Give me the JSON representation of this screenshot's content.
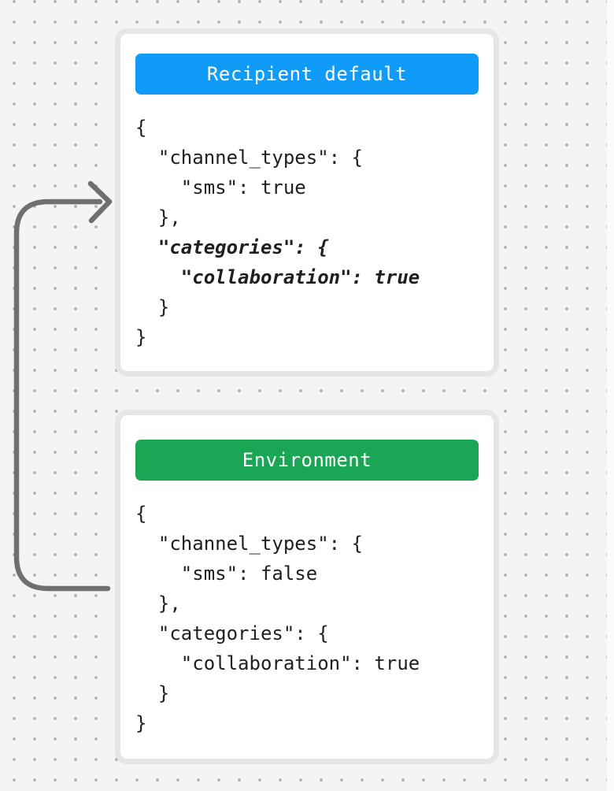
{
  "canvas": {
    "background_color": "#f5f4f5",
    "dot_color": "#b3b1b3"
  },
  "arrow": {
    "color": "#6f6f6f"
  },
  "cards": [
    {
      "title": "Recipient default",
      "title_bg_color": "#119bf9",
      "code_lines": [
        {
          "text": "{",
          "italic": false
        },
        {
          "text": "  \"channel_types\": {",
          "italic": false
        },
        {
          "text": "    \"sms\": true",
          "italic": false
        },
        {
          "text": "  },",
          "italic": false
        },
        {
          "text": "  \"categories\": {",
          "italic": true
        },
        {
          "text": "    \"collaboration\": true",
          "italic": true
        },
        {
          "text": "  }",
          "italic": false
        },
        {
          "text": "}",
          "italic": false
        }
      ]
    },
    {
      "title": "Environment",
      "title_bg_color": "#1ba655",
      "code_lines": [
        {
          "text": "{",
          "italic": false
        },
        {
          "text": "  \"channel_types\": {",
          "italic": false
        },
        {
          "text": "    \"sms\": false",
          "italic": false
        },
        {
          "text": "  },",
          "italic": false
        },
        {
          "text": "  \"categories\": {",
          "italic": false
        },
        {
          "text": "    \"collaboration\": true",
          "italic": false
        },
        {
          "text": "  }",
          "italic": false
        },
        {
          "text": "}",
          "italic": false
        }
      ]
    }
  ]
}
